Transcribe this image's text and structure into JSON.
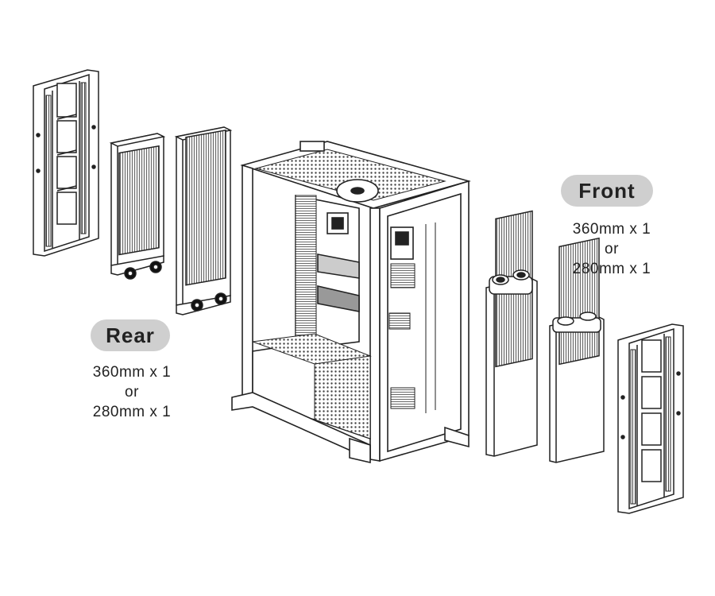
{
  "labels": {
    "rear": {
      "title": "Rear",
      "lines": [
        "360mm x 1",
        "or",
        "280mm x 1"
      ]
    },
    "front": {
      "title": "Front",
      "lines": [
        "360mm x 1",
        "or",
        "280mm x 1"
      ]
    }
  },
  "colors": {
    "line": "#222222",
    "pill": "#cfcfcf",
    "fin": "#d9d9d9",
    "mesh": "#555555"
  },
  "components": [
    "rear-mounting-bracket",
    "rear-radiator-360",
    "rear-radiator-280",
    "pc-case",
    "front-radiator-360",
    "front-radiator-280",
    "front-mounting-bracket"
  ]
}
